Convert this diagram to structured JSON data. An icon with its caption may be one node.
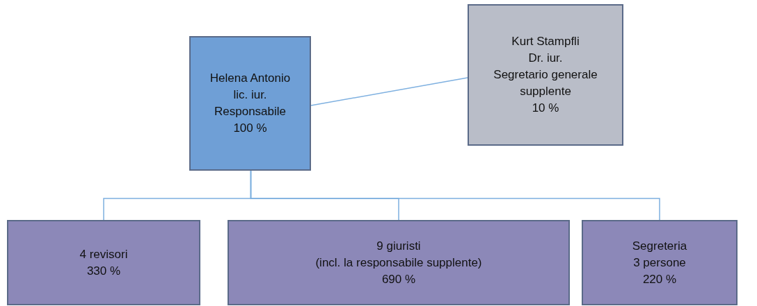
{
  "diagram": {
    "nodes": [
      {
        "text": [
          "Helena Antonio",
          "lic. iur.",
          "Responsabile",
          "100 %"
        ]
      },
      {
        "text": [
          "Kurt Stampfli",
          "Dr. iur.",
          "Segretario generale supplente",
          "10 %"
        ]
      },
      {
        "text": [
          "4 revisori",
          "330 %"
        ]
      },
      {
        "text": [
          "9 giuristi",
          "(incl. la responsabile supplente)",
          "690 %"
        ]
      },
      {
        "text": [
          "Segreteria",
          "3 persone",
          "220 %"
        ]
      }
    ],
    "edges": [
      {
        "from": 0,
        "to": 1,
        "arrow": "none"
      },
      {
        "from": 0,
        "to": 2,
        "arrow": "none"
      },
      {
        "from": 0,
        "to": 3,
        "arrow": "none"
      },
      {
        "from": 0,
        "to": 4,
        "arrow": "none"
      }
    ]
  }
}
